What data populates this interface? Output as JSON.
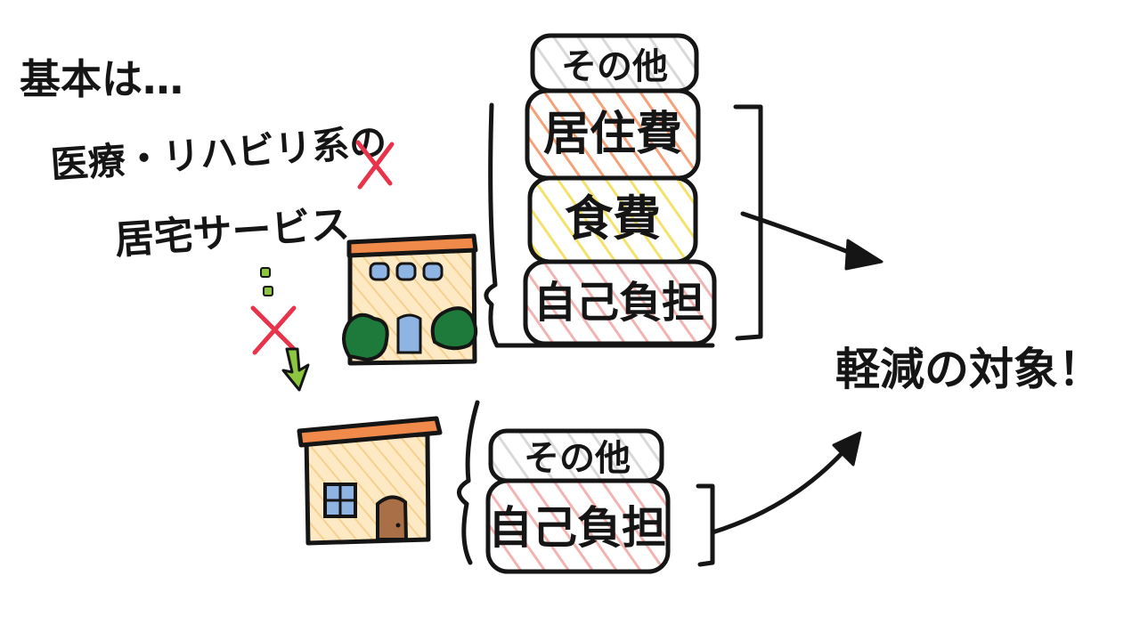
{
  "notes": {
    "line1": "基本は…",
    "line2": "医療・リハビリ系の",
    "line3": "居宅サービス"
  },
  "stack_facility": {
    "items": [
      "その他",
      "居住費",
      "食費",
      "自己負担"
    ]
  },
  "stack_home": {
    "items": [
      "その他",
      "自己負担"
    ]
  },
  "target_label": "軽減の対象！",
  "colors": {
    "ink": "#151515",
    "cross": "#e8334a",
    "arrow_green": "#8cc63f",
    "roof": "#f08a4b",
    "wall": "#fbe3b5",
    "window": "#8db4e2",
    "bush": "#1e7a3a",
    "door": "#a97048",
    "hatch_gray": "#d9d9d9",
    "hatch_orange": "#f4a27a",
    "hatch_yellow": "#f5e26b",
    "hatch_pink": "#f2b3b3"
  },
  "icons": [
    "facility-building-icon",
    "house-icon",
    "cross-mark-icon",
    "down-arrow-icon",
    "brace-icon",
    "arrow-icon"
  ]
}
